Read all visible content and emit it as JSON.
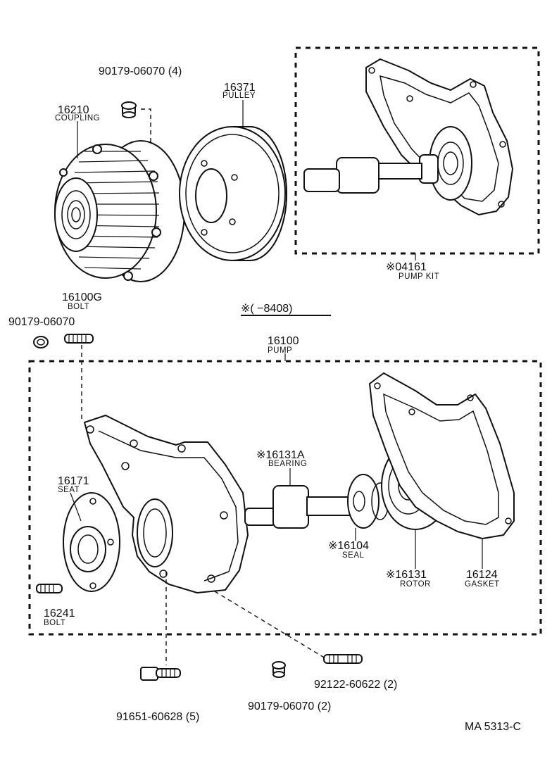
{
  "parts": {
    "clip_4": {
      "number": "90179-06070 (4)"
    },
    "coupling": {
      "number": "16210",
      "name": "COUPLING"
    },
    "pulley": {
      "number": "16371",
      "name": "PULLEY"
    },
    "pump_kit": {
      "number": "※04161",
      "name": "PUMP KIT"
    },
    "bolt_g": {
      "number": "16100G",
      "name": "BOLT"
    },
    "clip_single": {
      "number": "90179-06070"
    },
    "pump": {
      "number": "16100",
      "name": "PUMP"
    },
    "bearing": {
      "number": "※16131A",
      "name": "BEARING"
    },
    "seat": {
      "number": "16171",
      "name": "SEAT"
    },
    "seal": {
      "number": "※16104",
      "name": "SEAL"
    },
    "rotor": {
      "number": "※16131",
      "name": "ROTOR"
    },
    "gasket": {
      "number": "16124",
      "name": "GASKET"
    },
    "bolt_b": {
      "number": "16241",
      "name": "BOLT"
    },
    "stud": {
      "number": "92122-60622 (2)"
    },
    "bolt_5": {
      "number": "91651-60628 (5)"
    },
    "clip_2": {
      "number": "90179-06070 (2)"
    }
  },
  "applicability": "※(       −8408)",
  "diagram_code": "MA  5313-C"
}
